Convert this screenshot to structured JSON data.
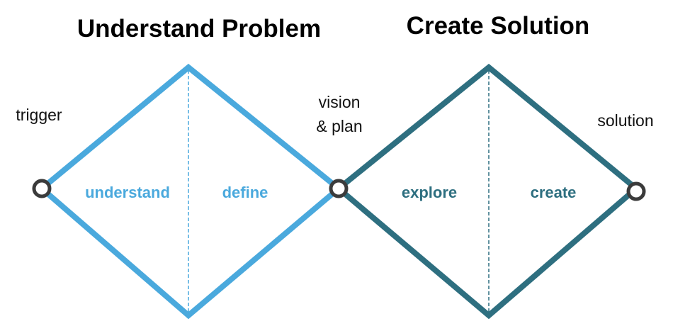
{
  "titles": {
    "left": "Understand Problem",
    "right": "Create Solution"
  },
  "nodes": {
    "trigger": "trigger",
    "vision_line1": "vision",
    "vision_line2": "& plan",
    "solution": "solution"
  },
  "phases": {
    "understand": "understand",
    "define": "define",
    "explore": "explore",
    "create": "create"
  },
  "colors": {
    "light_blue": "#4aa9dd",
    "teal": "#2e6f80",
    "node_stroke": "#3b3b3b"
  }
}
